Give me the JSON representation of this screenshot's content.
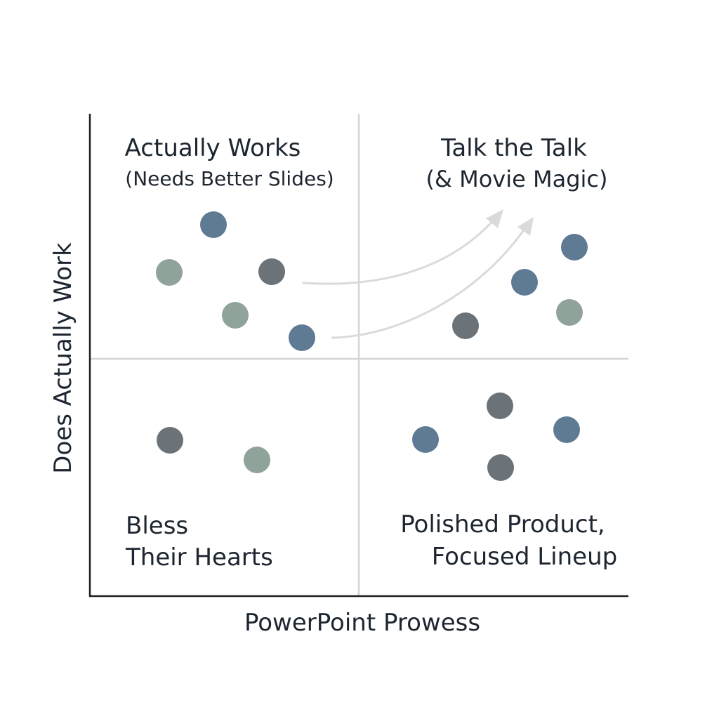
{
  "axes": {
    "x_label": "PowerPoint Prowess",
    "y_label": "Does Actually Work"
  },
  "quadrants": {
    "top_left": {
      "line1": "Actually Works",
      "line2": "(Needs Better Slides)"
    },
    "top_right": {
      "line1": "Talk the Talk",
      "line2": "(& Movie Magic)"
    },
    "bottom_left": {
      "line1": "Bless",
      "line2": "Their Hearts"
    },
    "bottom_right": {
      "line1": "Polished Product,",
      "line2": "Focused Lineup"
    }
  },
  "colors": {
    "text": "#1d2630",
    "axis": "#1f1f1f",
    "divider": "#d4d4d4",
    "arrow": "#d8dadc",
    "dot_blue": "#5f7a93",
    "dot_slate": "#6b7378",
    "dot_sage": "#8fa39a"
  },
  "icons": {
    "arrow_head": "arrow-head-icon"
  }
}
